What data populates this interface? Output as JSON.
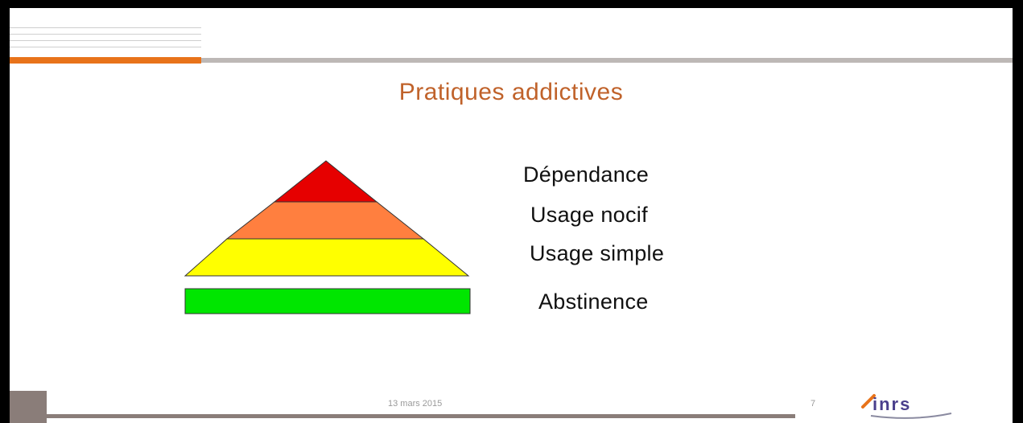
{
  "slide": {
    "title": "Pratiques addictives",
    "levels": [
      {
        "label": "Dépendance",
        "color": "#e60000"
      },
      {
        "label": "Usage nocif",
        "color": "#ff7f3f"
      },
      {
        "label": "Usage simple",
        "color": "#ffff00"
      },
      {
        "label": "Abstinence",
        "color": "#00e600"
      }
    ],
    "footer": {
      "date": "13 mars 2015",
      "page": "7",
      "logo_text": "inrs"
    }
  },
  "colors": {
    "accent_orange": "#e8731a",
    "title_color": "#c0622a",
    "footer_gray": "#8a7d79"
  }
}
